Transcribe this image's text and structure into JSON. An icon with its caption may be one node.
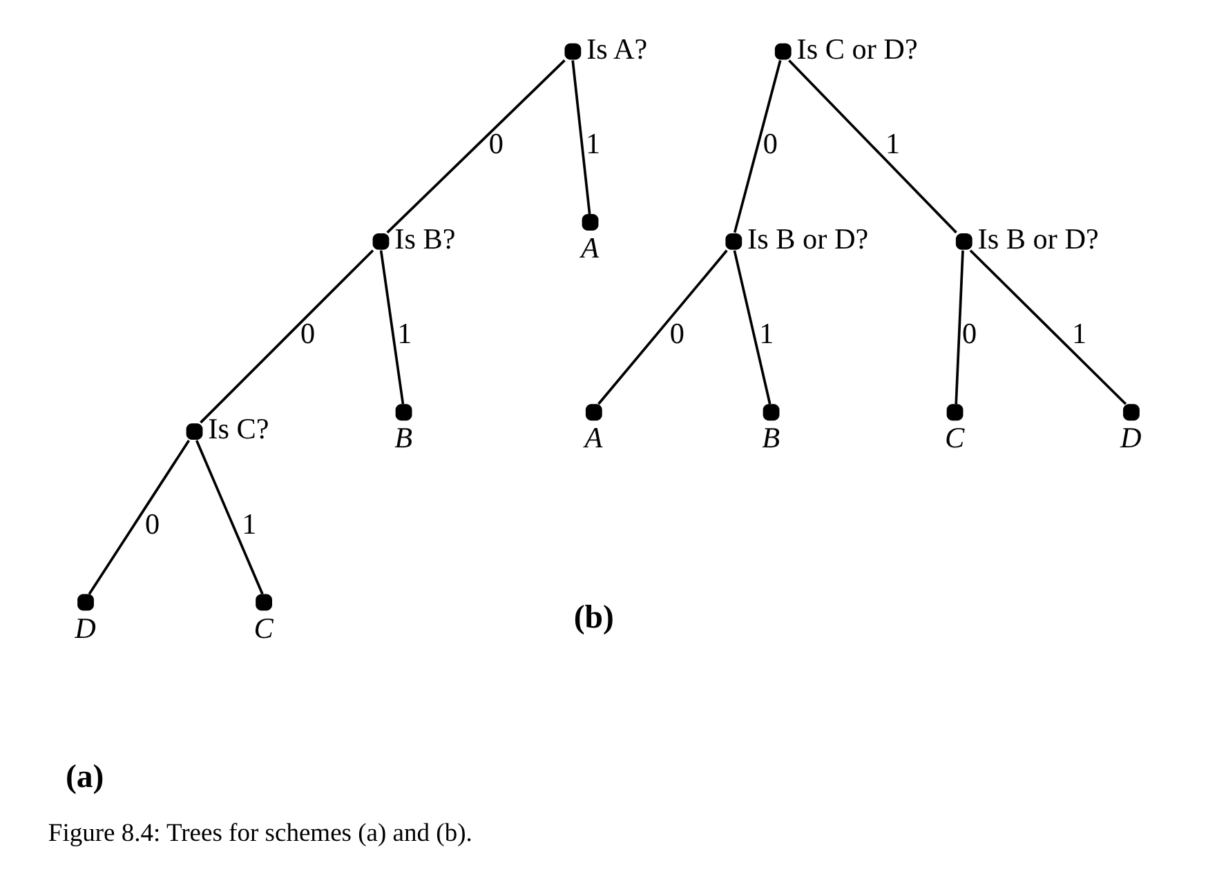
{
  "diagram": {
    "caption": "Figure 8.4: Trees for schemes (a) and (b).",
    "nodes": [
      {
        "text": [
          "Is A?"
        ]
      },
      {
        "text": [
          "Is B?"
        ]
      },
      {
        "text": [
          "A"
        ]
      },
      {
        "text": [
          "Is C?"
        ]
      },
      {
        "text": [
          "B"
        ]
      },
      {
        "text": [
          "D"
        ]
      },
      {
        "text": [
          "C"
        ]
      },
      {
        "text": [
          "Is C or D?"
        ]
      },
      {
        "text": [
          "Is B or D?"
        ]
      },
      {
        "text": [
          "Is B or D?"
        ]
      },
      {
        "text": [
          "A"
        ]
      },
      {
        "text": [
          "B"
        ]
      },
      {
        "text": [
          "C"
        ]
      },
      {
        "text": [
          "D"
        ]
      }
    ],
    "edges": [
      {
        "from": 0,
        "to": 1,
        "arrow": "none",
        "label": "0"
      },
      {
        "from": 0,
        "to": 2,
        "arrow": "none",
        "label": "1"
      },
      {
        "from": 1,
        "to": 3,
        "arrow": "none",
        "label": "0"
      },
      {
        "from": 1,
        "to": 4,
        "arrow": "none",
        "label": "1"
      },
      {
        "from": 3,
        "to": 5,
        "arrow": "none",
        "label": "0"
      },
      {
        "from": 3,
        "to": 6,
        "arrow": "none",
        "label": "1"
      },
      {
        "from": 7,
        "to": 8,
        "arrow": "none",
        "label": "0"
      },
      {
        "from": 7,
        "to": 9,
        "arrow": "none",
        "label": "1"
      },
      {
        "from": 8,
        "to": 10,
        "arrow": "none",
        "label": "0"
      },
      {
        "from": 8,
        "to": 11,
        "arrow": "none",
        "label": "1"
      },
      {
        "from": 9,
        "to": 12,
        "arrow": "none",
        "label": "0"
      },
      {
        "from": 9,
        "to": 13,
        "arrow": "none",
        "label": "1"
      }
    ],
    "labels": [
      "(a)",
      "(b)"
    ]
  }
}
